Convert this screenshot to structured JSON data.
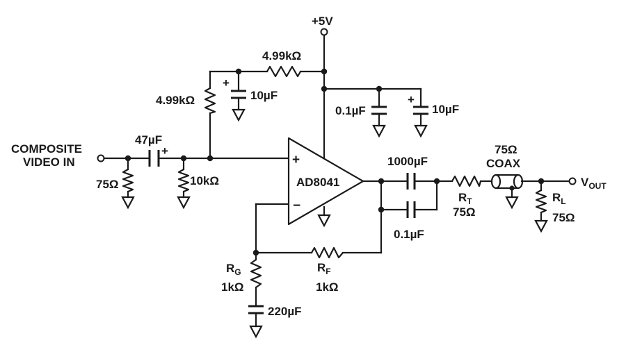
{
  "supply": "+5V",
  "input_label_line1": "COMPOSITE",
  "input_label_line2": "VIDEO IN",
  "opamp": {
    "name": "AD8041",
    "plus": "+",
    "minus": "−"
  },
  "components": {
    "r_in": "75Ω",
    "c_in": "47µF",
    "c_in_polarity": "+",
    "r_bias_low": "10kΩ",
    "r_bias_high": "4.99kΩ",
    "r_bias_top": "4.99kΩ",
    "c_bias": "10µF",
    "c_bias_polarity": "+",
    "c_dec_small": "0.1µF",
    "c_dec_big": "10µF",
    "c_dec_big_polarity": "+",
    "c_out_big": "1000µF",
    "c_out_small": "0.1µF",
    "rt_main": "R",
    "rt_sub": "T",
    "rt_value": "75Ω",
    "coax_value": "75Ω",
    "coax_label": "COAX",
    "rl_main": "R",
    "rl_sub": "L",
    "rl_value": "75Ω",
    "rf_main": "R",
    "rf_sub": "F",
    "rf_value": "1kΩ",
    "rg_main": "R",
    "rg_sub": "G",
    "rg_value": "1kΩ",
    "c_gain": "220µF"
  },
  "vout_main": "V",
  "vout_sub": "OUT"
}
